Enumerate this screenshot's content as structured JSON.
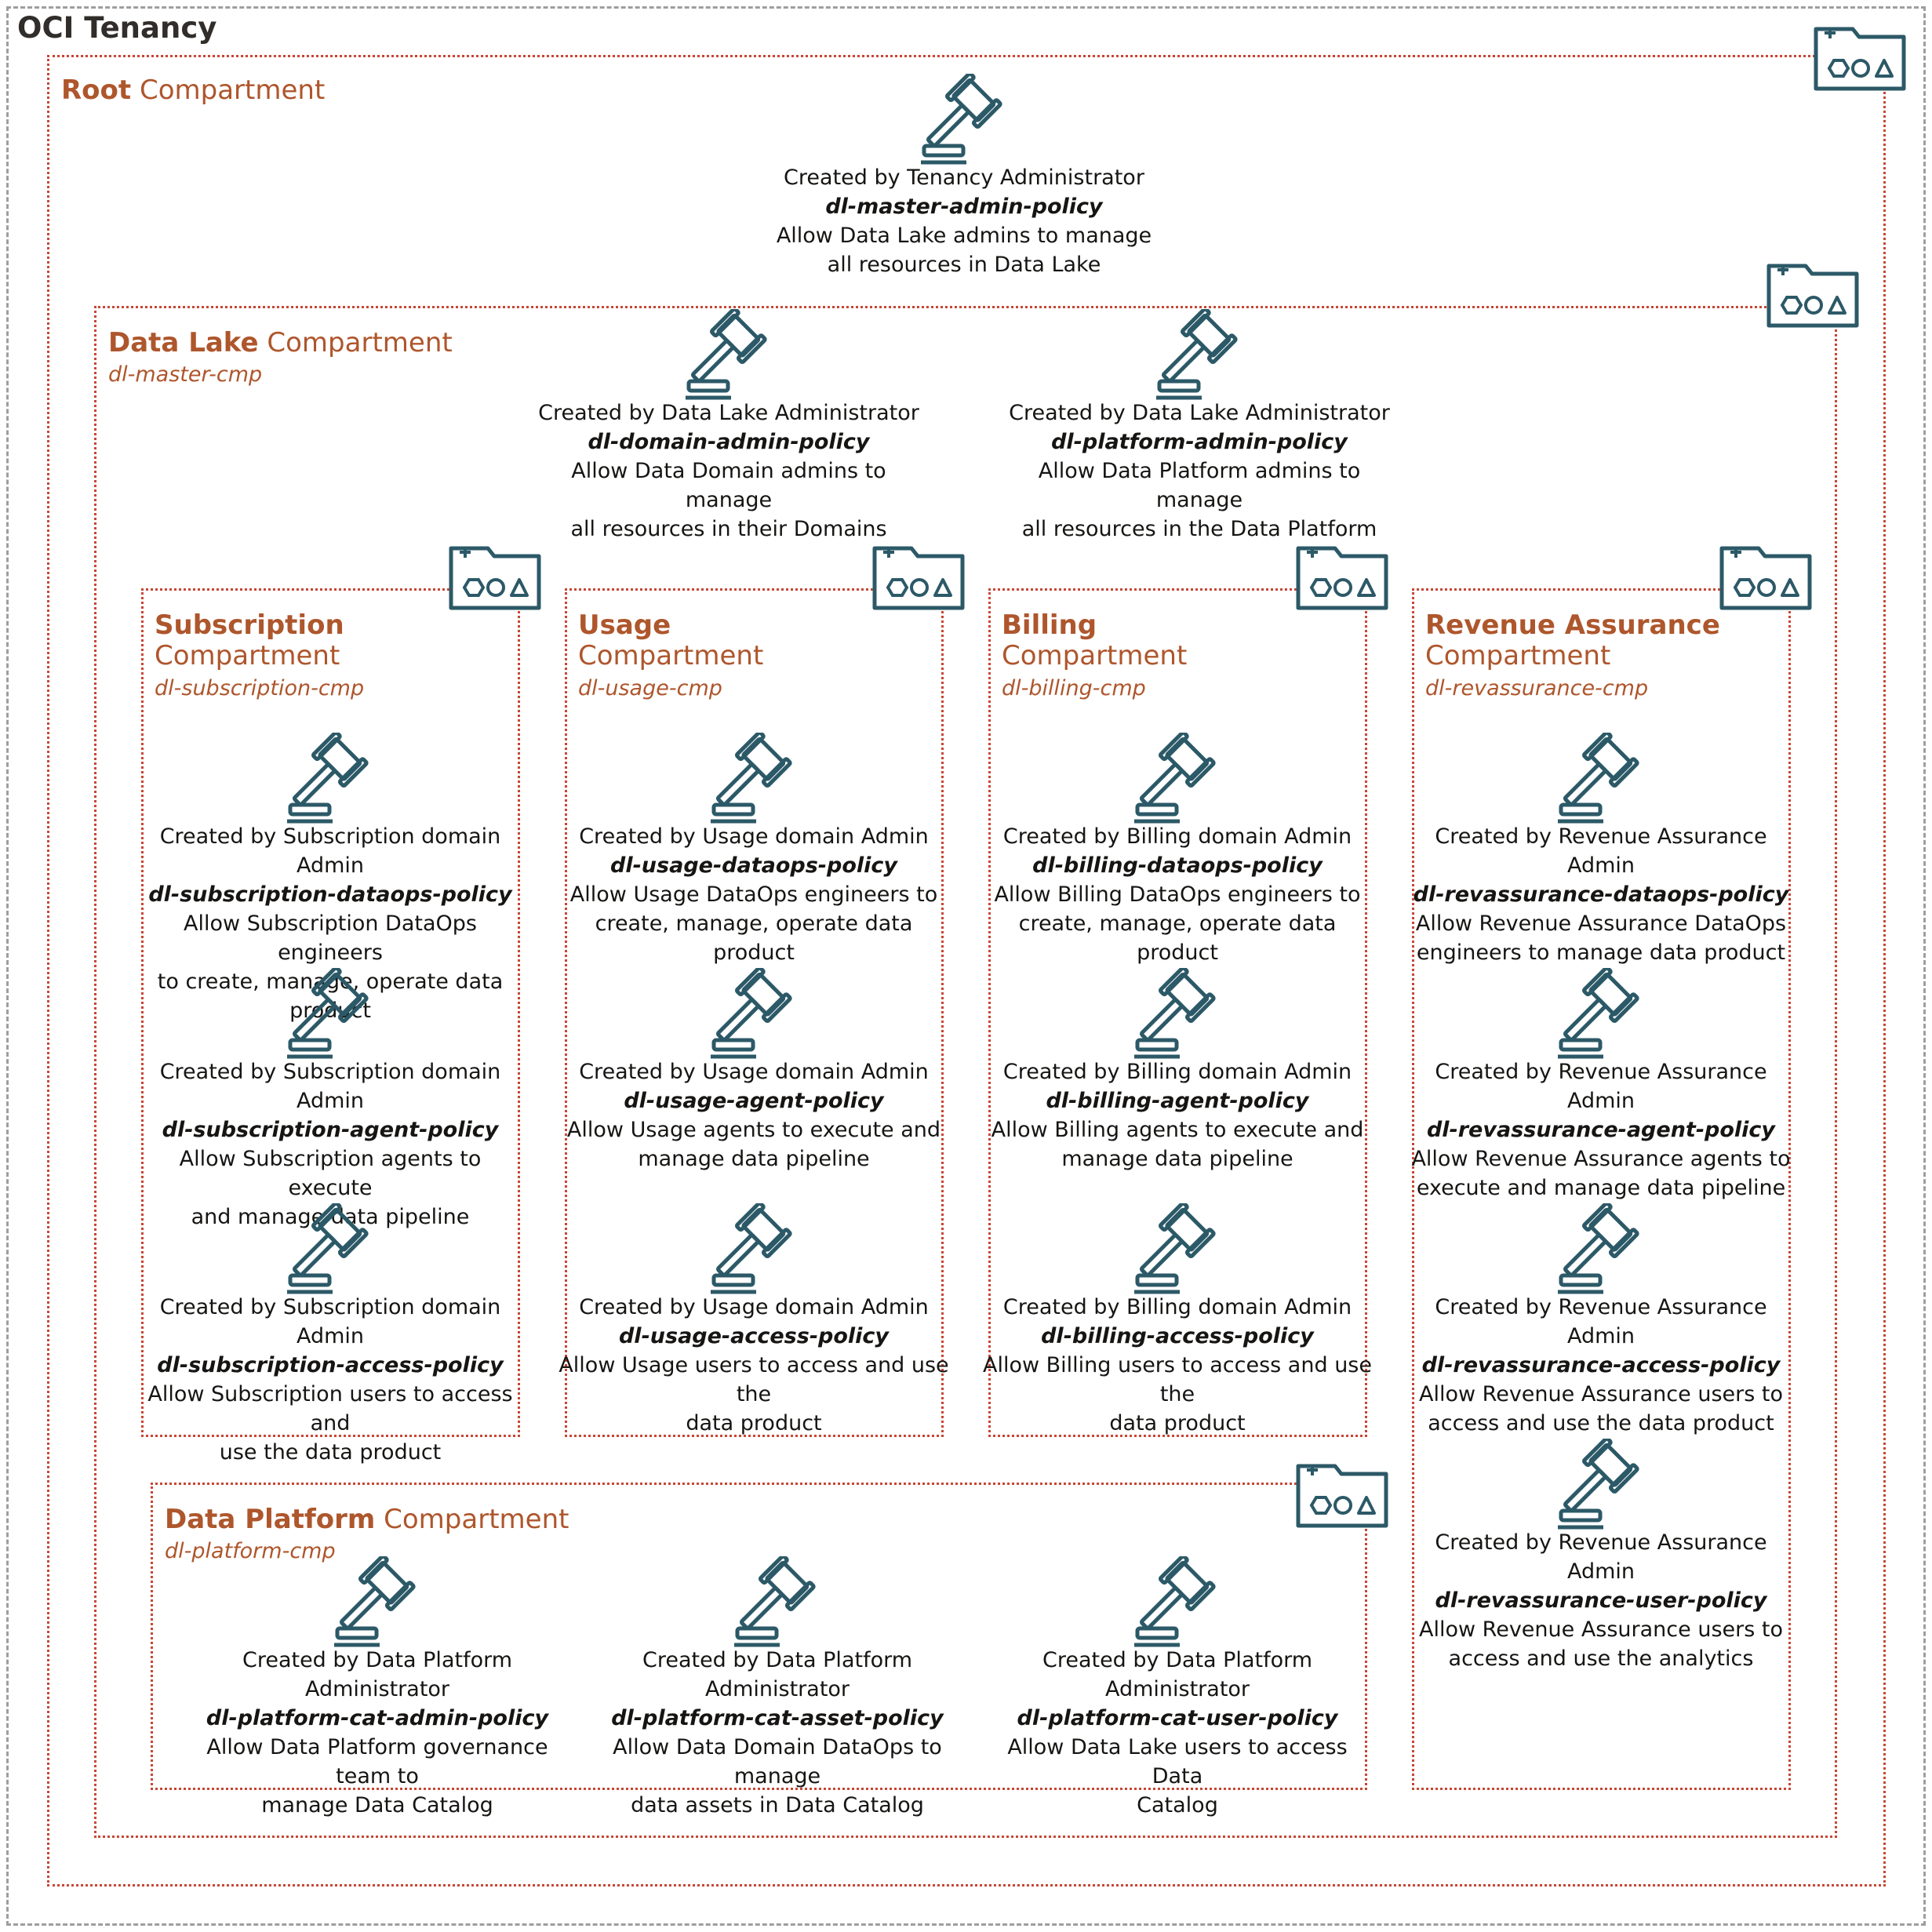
{
  "tenancy": {
    "title": "OCI Tenancy"
  },
  "root": {
    "title_bold": "Root",
    "title_rest": " Compartment",
    "policy": {
      "created": "Created by Tenancy Administrator",
      "name": "dl-master-admin-policy",
      "desc1": "Allow Data Lake admins to manage",
      "desc2": "all resources in Data Lake"
    }
  },
  "datalake": {
    "title_bold": "Data Lake",
    "title_rest": " Compartment",
    "sub": "dl-master-cmp",
    "policies": [
      {
        "created": "Created by Data Lake Administrator",
        "name": "dl-domain-admin-policy",
        "desc1": "Allow Data Domain admins to manage",
        "desc2": "all resources in their Domains"
      },
      {
        "created": "Created by Data Lake Administrator",
        "name": "dl-platform-admin-policy",
        "desc1": "Allow Data Platform admins to manage",
        "desc2": "all resources in the Data Platform"
      }
    ]
  },
  "domains": [
    {
      "title_bold": "Subscription",
      "title_rest": "Compartment",
      "sub": "dl-subscription-cmp",
      "policies": [
        {
          "created": "Created by Subscription domain Admin",
          "name": "dl-subscription-dataops-policy",
          "desc1": "Allow Subscription DataOps engineers",
          "desc2": "to create, manage, operate data product"
        },
        {
          "created": "Created by Subscription domain Admin",
          "name": "dl-subscription-agent-policy",
          "desc1": "Allow Subscription agents to execute",
          "desc2": "and manage data pipeline"
        },
        {
          "created": "Created by Subscription domain Admin",
          "name": "dl-subscription-access-policy",
          "desc1": "Allow Subscription users to access and",
          "desc2": "use the data product"
        }
      ]
    },
    {
      "title_bold": "Usage",
      "title_rest": "Compartment",
      "sub": "dl-usage-cmp",
      "policies": [
        {
          "created": "Created by Usage domain Admin",
          "name": "dl-usage-dataops-policy",
          "desc1": "Allow Usage DataOps engineers to",
          "desc2": "create, manage, operate data product"
        },
        {
          "created": "Created by Usage domain Admin",
          "name": "dl-usage-agent-policy",
          "desc1": "Allow Usage agents to execute and",
          "desc2": "manage data pipeline"
        },
        {
          "created": "Created by Usage domain Admin",
          "name": "dl-usage-access-policy",
          "desc1": "Allow Usage users to access and use the",
          "desc2": "data product"
        }
      ]
    },
    {
      "title_bold": "Billing",
      "title_rest": "Compartment",
      "sub": "dl-billing-cmp",
      "policies": [
        {
          "created": "Created by Billing domain Admin",
          "name": "dl-billing-dataops-policy",
          "desc1": "Allow Billing DataOps engineers to",
          "desc2": "create, manage, operate data product"
        },
        {
          "created": "Created by Billing domain Admin",
          "name": "dl-billing-agent-policy",
          "desc1": "Allow Billing agents to execute and",
          "desc2": "manage data pipeline"
        },
        {
          "created": "Created by Billing domain Admin",
          "name": "dl-billing-access-policy",
          "desc1": "Allow Billing users to access and use the",
          "desc2": "data product"
        }
      ]
    },
    {
      "title_bold": "Revenue Assurance",
      "title_rest": "Compartment",
      "sub": "dl-revassurance-cmp",
      "policies": [
        {
          "created": "Created by Revenue Assurance Admin",
          "name": "dl-revassurance-dataops-policy",
          "desc1": "Allow Revenue Assurance DataOps",
          "desc2": "engineers to manage data product"
        },
        {
          "created": "Created by Revenue Assurance Admin",
          "name": "dl-revassurance-agent-policy",
          "desc1": "Allow Revenue Assurance agents to",
          "desc2": "execute and manage data pipeline"
        },
        {
          "created": "Created by Revenue Assurance Admin",
          "name": "dl-revassurance-access-policy",
          "desc1": "Allow Revenue Assurance users to",
          "desc2": "access and use the data product"
        },
        {
          "created": "Created by Revenue Assurance Admin",
          "name": "dl-revassurance-user-policy",
          "desc1": "Allow Revenue Assurance users to",
          "desc2": "access and use the analytics"
        }
      ]
    }
  ],
  "platform": {
    "title_bold": "Data Platform",
    "title_rest": " Compartment",
    "sub": "dl-platform-cmp",
    "policies": [
      {
        "created": "Created by Data Platform Administrator",
        "name": "dl-platform-cat-admin-policy",
        "desc1": "Allow Data Platform governance team to",
        "desc2": "manage Data Catalog"
      },
      {
        "created": "Created by Data Platform Administrator",
        "name": "dl-platform-cat-asset-policy",
        "desc1": "Allow Data Domain DataOps to manage",
        "desc2": "data assets in Data Catalog"
      },
      {
        "created": "Created by Data Platform Administrator",
        "name": "dl-platform-cat-user-policy",
        "desc1": "Allow Data Lake users to access Data",
        "desc2": "Catalog"
      }
    ]
  },
  "colors": {
    "accent": "#ae562c",
    "border": "#c74634",
    "icon": "#2c5967",
    "text": "#161513"
  },
  "icons": {
    "policy": "gavel-icon",
    "compartment": "compartment-folder-icon"
  }
}
